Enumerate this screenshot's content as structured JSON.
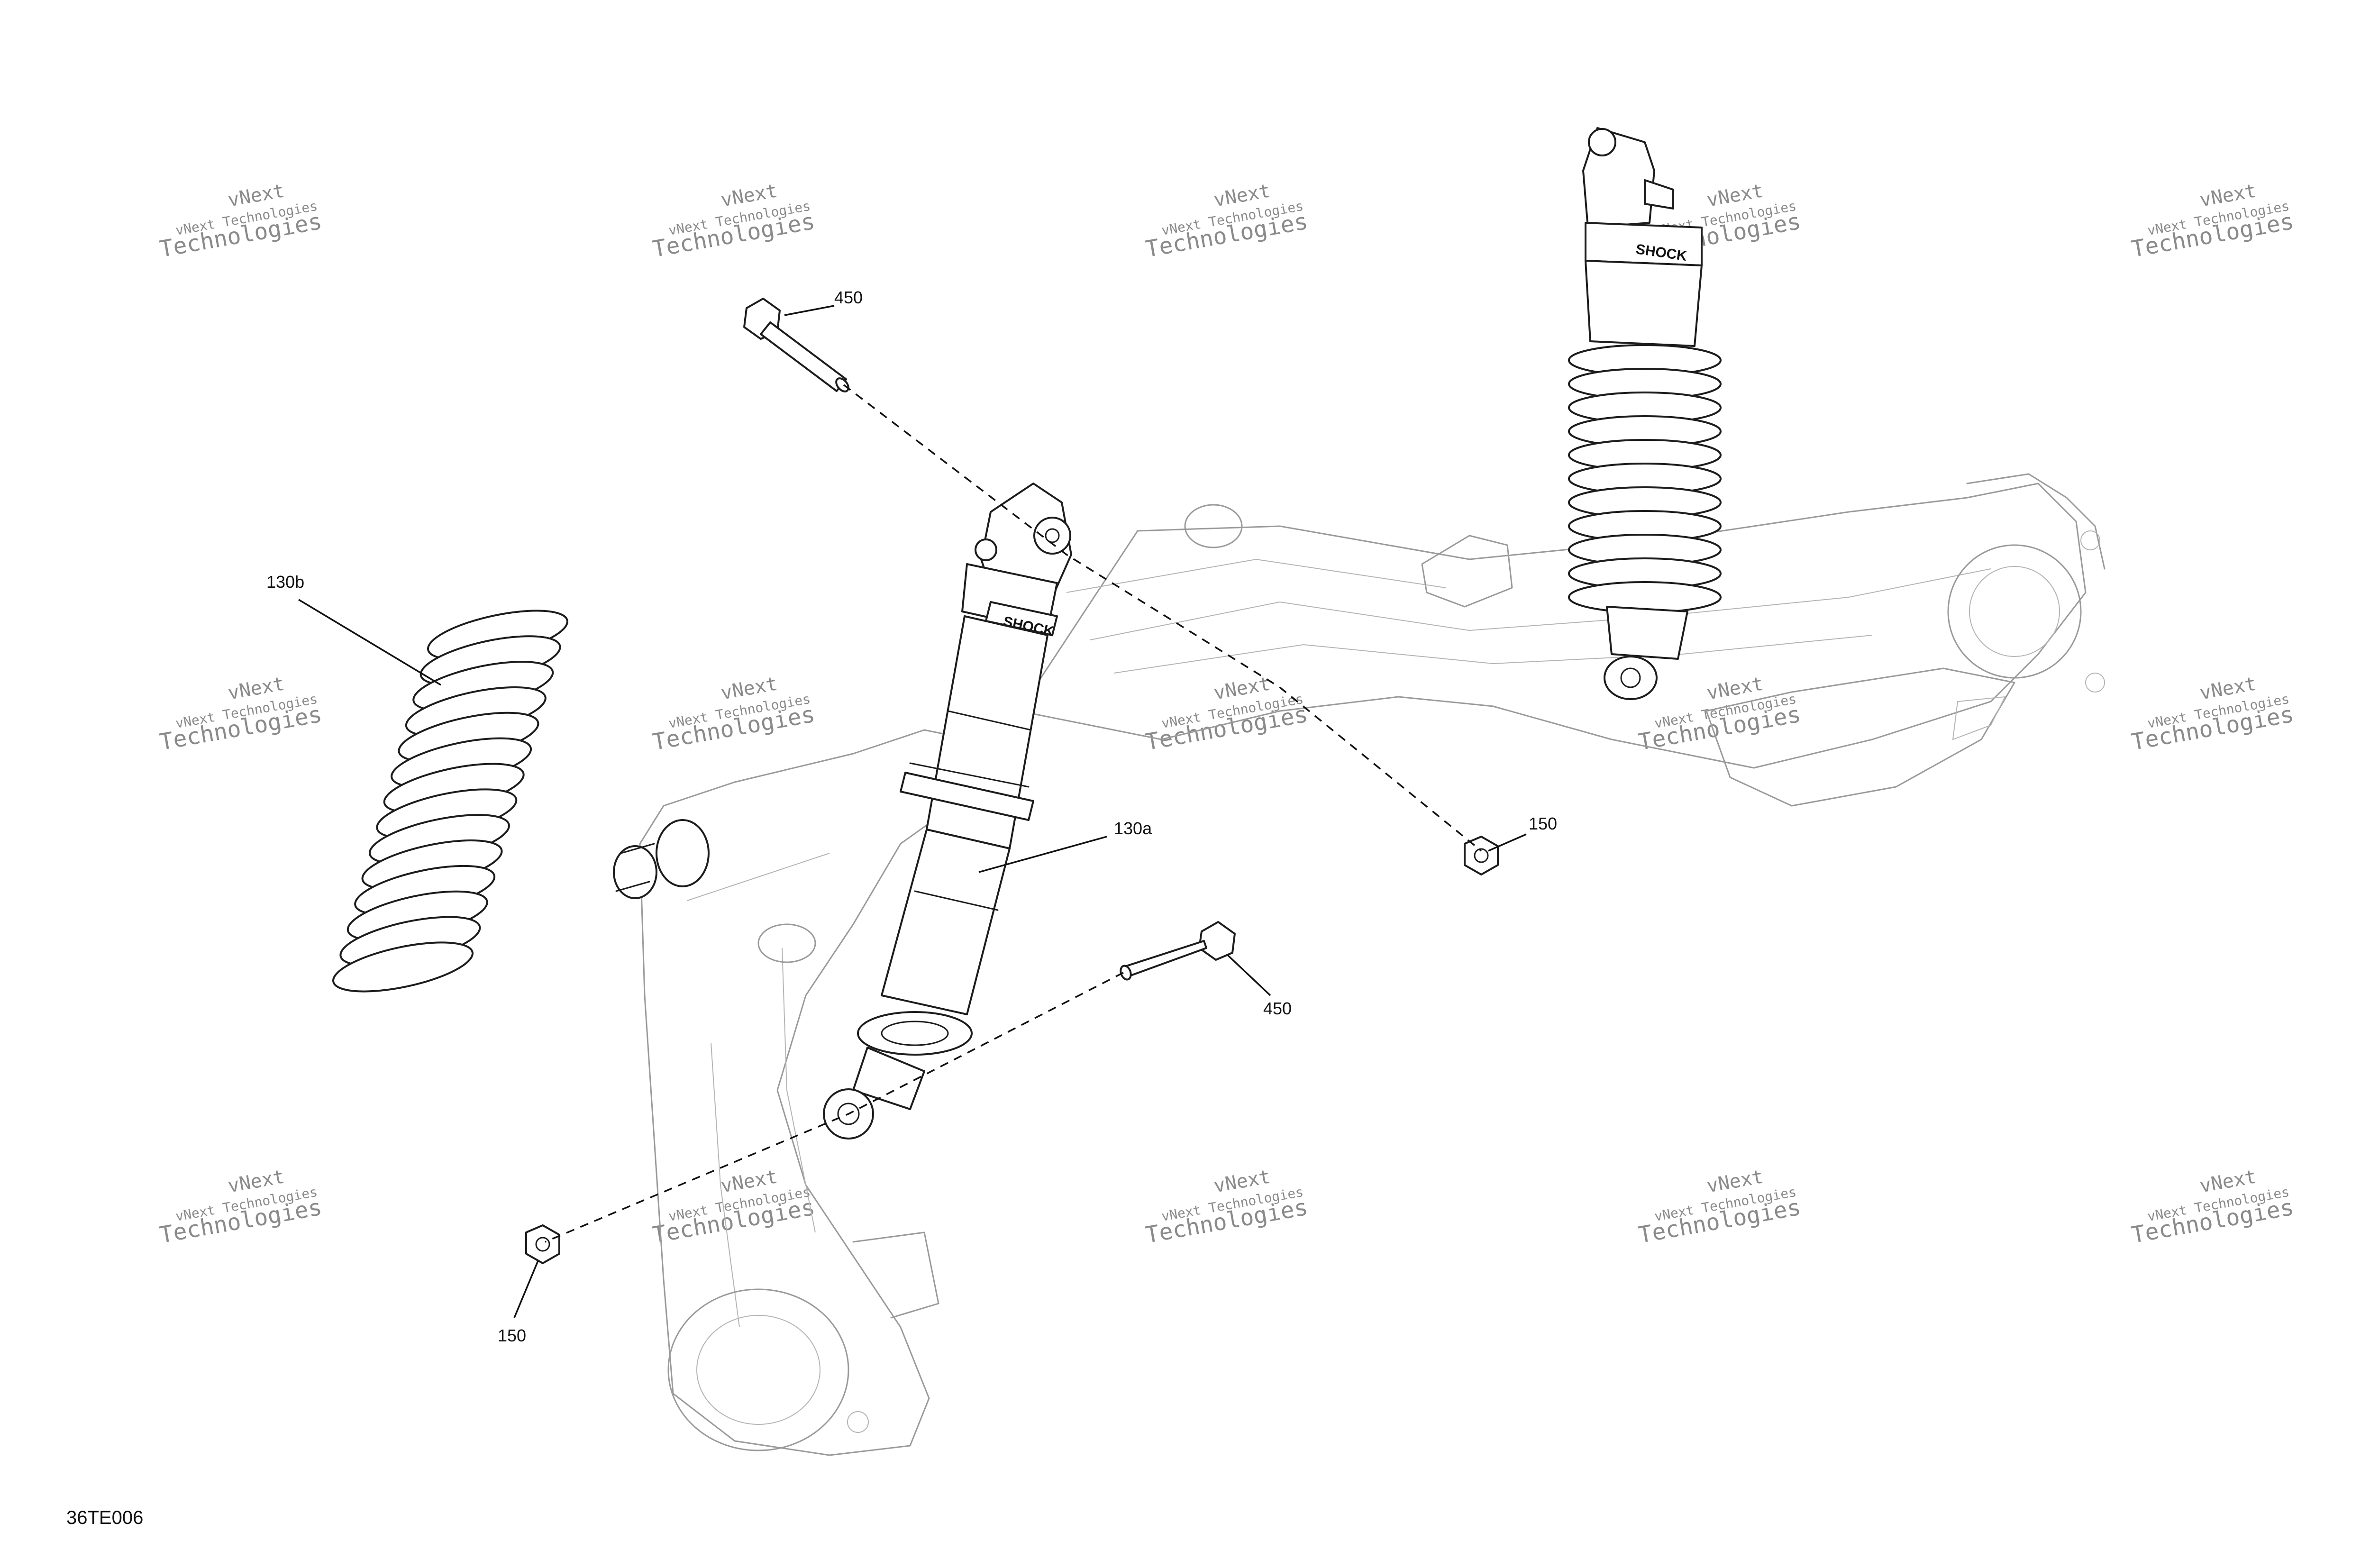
{
  "diagram": {
    "callouts": [
      "450",
      "130b",
      "130a",
      "150",
      "450",
      "150"
    ],
    "watermark": {
      "line1": "vNext",
      "line2": "vNext Technologies",
      "line3": "Technologies"
    },
    "shock_brand": "SHOCK",
    "figure_code": "36TE006"
  }
}
